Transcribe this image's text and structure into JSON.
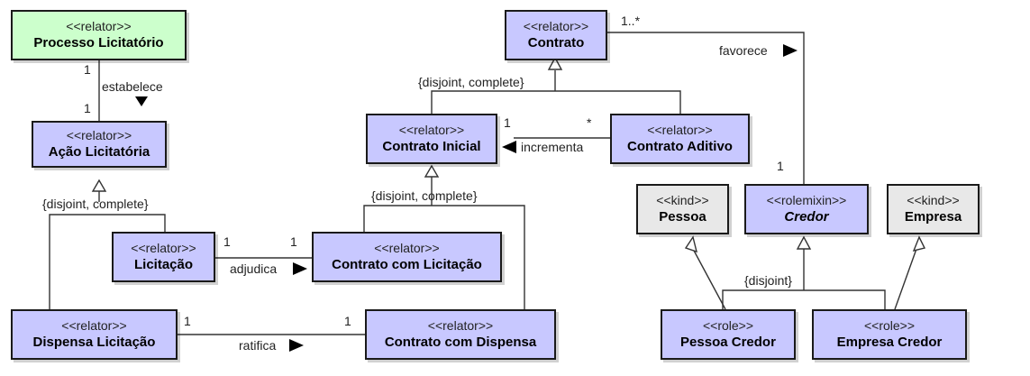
{
  "colors": {
    "relator_fill": "#c8c8ff",
    "green_fill": "#ccffcc",
    "kind_fill": "#e8e8e8",
    "line": "#333333"
  },
  "classes": {
    "processo": {
      "stereotype": "<<relator>>",
      "name": "Processo Licitatório"
    },
    "acao": {
      "stereotype": "<<relator>>",
      "name": "Ação Licitatória"
    },
    "licitacao": {
      "stereotype": "<<relator>>",
      "name": "Licitação"
    },
    "dispensa": {
      "stereotype": "<<relator>>",
      "name": "Dispensa Licitação"
    },
    "contrato": {
      "stereotype": "<<relator>>",
      "name": "Contrato"
    },
    "contrato_inicial": {
      "stereotype": "<<relator>>",
      "name": "Contrato Inicial"
    },
    "contrato_aditivo": {
      "stereotype": "<<relator>>",
      "name": "Contrato Aditivo"
    },
    "contrato_licitacao": {
      "stereotype": "<<relator>>",
      "name": "Contrato com Licitação"
    },
    "contrato_dispensa": {
      "stereotype": "<<relator>>",
      "name": "Contrato com Dispensa"
    },
    "pessoa": {
      "stereotype": "<<kind>>",
      "name": "Pessoa"
    },
    "credor": {
      "stereotype": "<<rolemixin>>",
      "name": "Credor"
    },
    "empresa": {
      "stereotype": "<<kind>>",
      "name": "Empresa"
    },
    "pessoa_credor": {
      "stereotype": "<<role>>",
      "name": "Pessoa Credor"
    },
    "empresa_credor": {
      "stereotype": "<<role>>",
      "name": "Empresa Credor"
    }
  },
  "associations": {
    "estabelece": {
      "label": "estabelece",
      "mult_top": "1",
      "mult_bottom": "1"
    },
    "adjudica": {
      "label": "adjudica",
      "mult_left": "1",
      "mult_right": "1"
    },
    "ratifica": {
      "label": "ratifica",
      "mult_left": "1",
      "mult_right": "1"
    },
    "incrementa": {
      "label": "incrementa",
      "mult_left": "1",
      "mult_right": "*"
    },
    "favorece": {
      "label": "favorece",
      "mult_top": "1..*",
      "mult_bottom": "1"
    }
  },
  "generalization_sets": {
    "acao": "{disjoint, complete}",
    "contrato": "{disjoint, complete}",
    "contrato_inicial": "{disjoint, complete}",
    "credor": "{disjoint}"
  }
}
